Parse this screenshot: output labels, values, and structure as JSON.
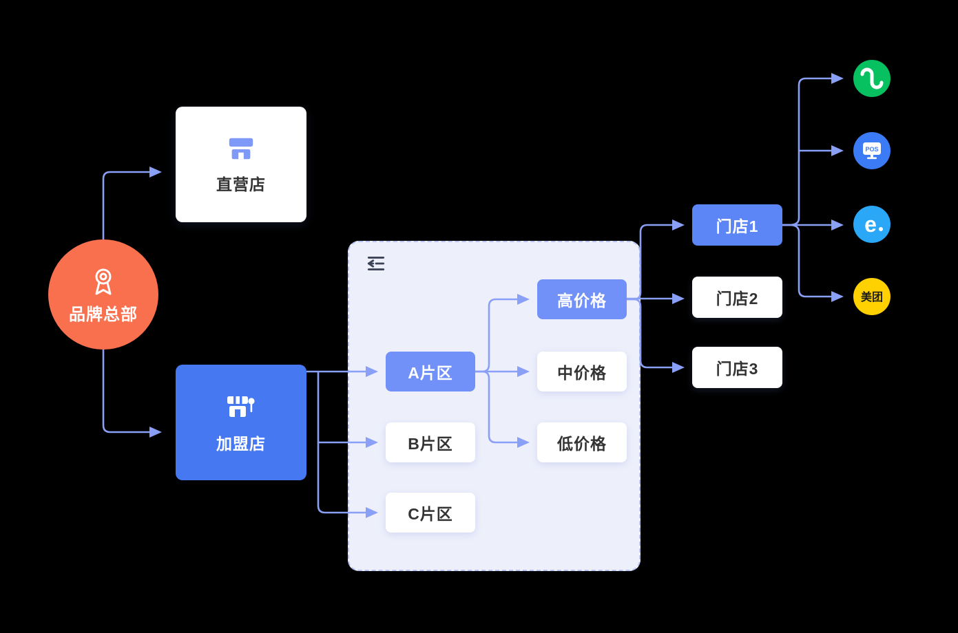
{
  "hq": {
    "label": "品牌总部"
  },
  "direct_store": {
    "label": "直营店"
  },
  "franchise_store": {
    "label": "加盟店"
  },
  "panel": {
    "icon": "indent-left-icon"
  },
  "regions": [
    {
      "label": "A片区",
      "highlight": true
    },
    {
      "label": "B片区",
      "highlight": false
    },
    {
      "label": "C片区",
      "highlight": false
    }
  ],
  "prices": [
    {
      "label": "高价格",
      "highlight": true
    },
    {
      "label": "中价格",
      "highlight": false
    },
    {
      "label": "低价格",
      "highlight": false
    }
  ],
  "stores": [
    {
      "label": "门店1",
      "highlight": true
    },
    {
      "label": "门店2",
      "highlight": false
    },
    {
      "label": "门店3",
      "highlight": false
    }
  ],
  "platforms": [
    {
      "name": "wechat-miniprogram",
      "bg": "#07C160",
      "label": ""
    },
    {
      "name": "pos-terminal",
      "bg": "#3B7BF6",
      "label": "POS"
    },
    {
      "name": "eleme",
      "bg": "#2BA7F8",
      "label": "e"
    },
    {
      "name": "meituan",
      "bg": "#FFD100",
      "label": "美团"
    }
  ],
  "colors": {
    "line": "#8AA0F6",
    "hq_bg": "#F8704E",
    "franchise_bg": "#4678F1",
    "active_button_bg": "#7190F8",
    "active_store_bg": "#5C85F6",
    "panel_bg": "#EDEFFB",
    "meituan_bg": "#FFD100",
    "eleme_bg": "#2BA7F8",
    "pos_bg": "#3B7BF6",
    "wechat_bg": "#07C160"
  }
}
